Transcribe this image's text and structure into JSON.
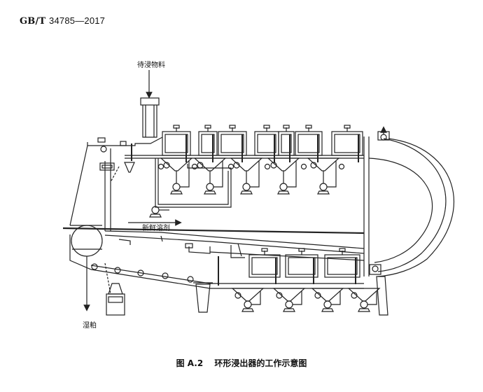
{
  "header": {
    "prefix": "GB/T",
    "code": "34785—2017"
  },
  "labels": {
    "material_in": "待浸物料",
    "fresh_solvent": "新鲜溶剂",
    "wet_meal": "湿粕"
  },
  "caption": {
    "figure_no": "图 A.2",
    "title": "环形浸出器的工作示意图"
  }
}
